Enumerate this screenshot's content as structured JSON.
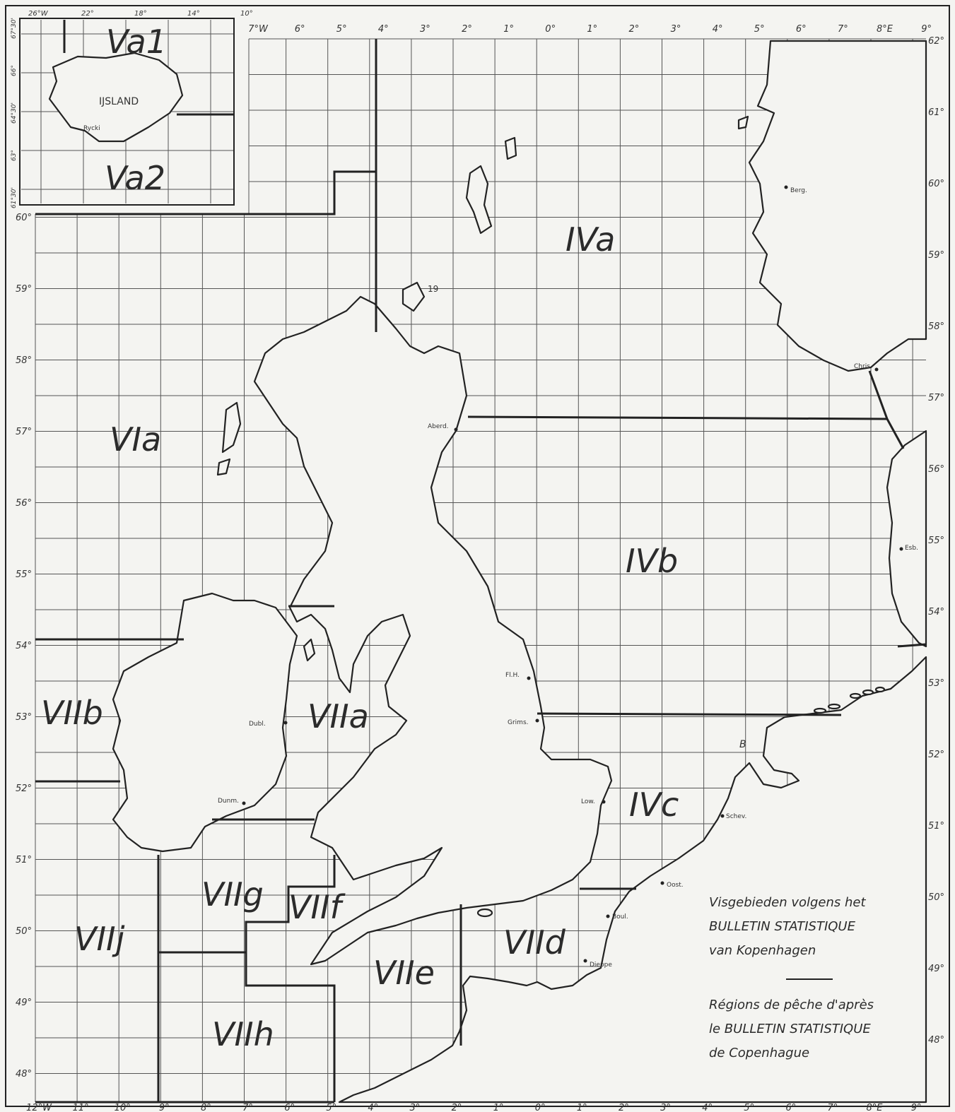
{
  "map": {
    "ticks": {
      "top": [
        "7°W",
        "6°",
        "5°",
        "4°",
        "3°",
        "2°",
        "1°",
        "0°",
        "1°",
        "2°",
        "3°",
        "4°",
        "5°",
        "6°",
        "7°",
        "8°E",
        "9°"
      ],
      "bottom": [
        "12°W",
        "11°",
        "10°",
        "9°",
        "8°",
        "7°",
        "6°",
        "5°",
        "4°",
        "3°",
        "2°",
        "1°",
        "0°",
        "1°",
        "2°",
        "3°",
        "4°",
        "5°",
        "6°",
        "7°",
        "8°E",
        "9°"
      ],
      "left": [
        "60°",
        "59°",
        "58°",
        "57°",
        "56°",
        "55°",
        "54°",
        "53°",
        "52°",
        "51°",
        "50°",
        "49°",
        "48°"
      ],
      "right": [
        "62°",
        "61°",
        "60°",
        "59°",
        "58°",
        "57°",
        "56°",
        "55°",
        "54°",
        "53°",
        "52°",
        "51°",
        "50°",
        "49°",
        "48°"
      ]
    },
    "inset": {
      "top_ticks": [
        "26°W",
        "22°",
        "18°",
        "14°",
        "10°"
      ],
      "left_ticks": [
        "67°30'",
        "66°",
        "64°30'",
        "63°",
        "61°30'"
      ],
      "country": "IJSLAND",
      "city": "Rycki",
      "areas": [
        "Va1",
        "Va2"
      ]
    },
    "areas": {
      "IVa": "IVa",
      "IVb": "IVb",
      "IVc": "IVc",
      "VIa": "VIa",
      "VIIa": "VIIa",
      "VIIb": "VIIb",
      "VIId": "VIId",
      "VIIe": "VIIe",
      "VIIf": "VIIf",
      "VIIg": "VIIg",
      "VIIh": "VIIh",
      "VIIj": "VIIj"
    },
    "places": {
      "berg": "Berg.",
      "chris": "Chris",
      "aberd": "Aberd.",
      "esb": "Esb.",
      "flh": "Fl.H.",
      "grims": "Grims.",
      "dubl": "Dubl.",
      "dunm": "Dunm.",
      "low": "Low.",
      "schev": "Schev.",
      "oost": "Oost.",
      "boul": "Boul.",
      "dieppe": "Dieppe"
    },
    "island_mark": "19",
    "holland_mark": "B"
  },
  "legend": {
    "nl_line1": "Visgebieden volgens het",
    "nl_line2": "BULLETIN STATISTIQUE",
    "nl_line3": "van Kopenhagen",
    "fr_line1": "Régions de pêche d'après",
    "fr_line2": "le BULLETIN STATISTIQUE",
    "fr_line3": "de Copenhague"
  }
}
